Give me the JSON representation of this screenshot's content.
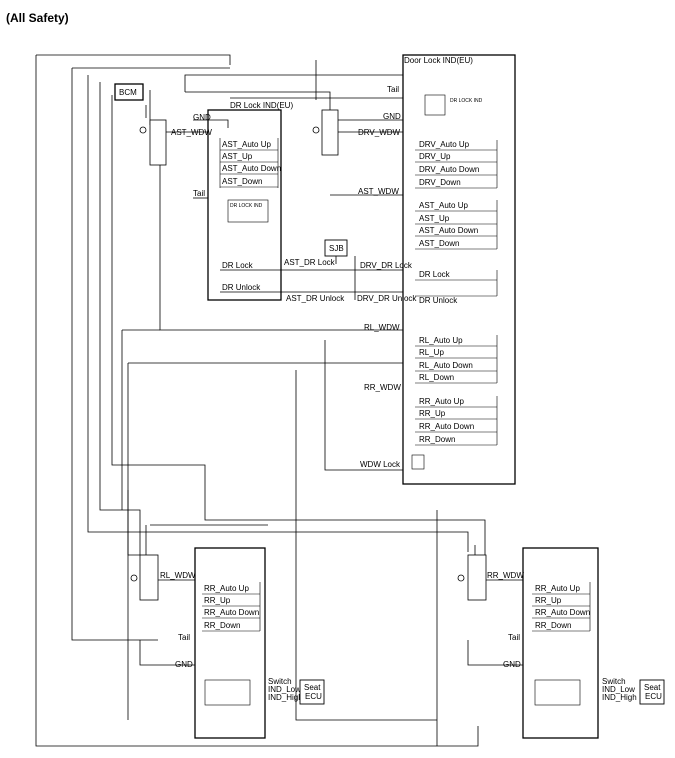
{
  "title": "(All Safety)",
  "bcm": "BCM",
  "sjb": "SJB",
  "driver_module": {
    "door_lock_ind": "Door Lock IND(EU)",
    "tail": "Tail",
    "gnd": "GND",
    "drv_wdw": "DRV_WDW",
    "ast_wdw": "AST_WDW",
    "rl_wdw": "RL_WDW",
    "rr_wdw": "RR_WDW",
    "wdw_lock": "WDW Lock",
    "drv_dr_lock": "DRV_DR Lock",
    "drv_dr_unlock": "DRV_DR Unlock",
    "dr_lock": "DR Lock",
    "dr_unlock": "DR Unlock",
    "drv_switches": [
      "DRV_Auto Up",
      "DRV_Up",
      "DRV_Auto Down",
      "DRV_Down"
    ],
    "ast_switches": [
      "AST_Auto Up",
      "AST_Up",
      "AST_Auto Down",
      "AST_Down"
    ],
    "rl_switches": [
      "RL_Auto Up",
      "RL_Up",
      "RL_Auto Down",
      "RL_Down"
    ],
    "rr_switches": [
      "RR_Auto Up",
      "RR_Up",
      "RR_Auto Down",
      "RR_Down"
    ]
  },
  "assist_module": {
    "dr_lock_ind": "DR Lock IND(EU)",
    "gnd": "GND",
    "ast_wdw": "AST_WDW",
    "tail": "Tail",
    "switches": [
      "AST_Auto Up",
      "AST_Up",
      "AST_Auto Down",
      "AST_Down"
    ],
    "dr_lock": "DR Lock",
    "dr_unlock": "DR Unlock",
    "ast_dr_lock": "AST_DR Lock",
    "ast_dr_unlock": "AST_DR Unlock"
  },
  "rear_left_module": {
    "rl_wdw": "RL_WDW",
    "switches": [
      "RR_Auto Up",
      "RR_Up",
      "RR_Auto Down",
      "RR_Down"
    ],
    "tail": "Tail",
    "gnd": "GND",
    "switch": "Switch",
    "ind_low": "IND_Low",
    "ind_high": "IND_High",
    "seat_ecu": [
      "Seat",
      "ECU"
    ]
  },
  "rear_right_module": {
    "rr_wdw": "RR_WDW",
    "switches": [
      "RR_Auto Up",
      "RR_Up",
      "RR_Auto Down",
      "RR_Down"
    ],
    "tail": "Tail",
    "gnd": "GND",
    "switch": "Switch",
    "ind_low": "IND_Low",
    "ind_high": "IND_High",
    "seat_ecu": [
      "Seat",
      "ECU"
    ]
  }
}
